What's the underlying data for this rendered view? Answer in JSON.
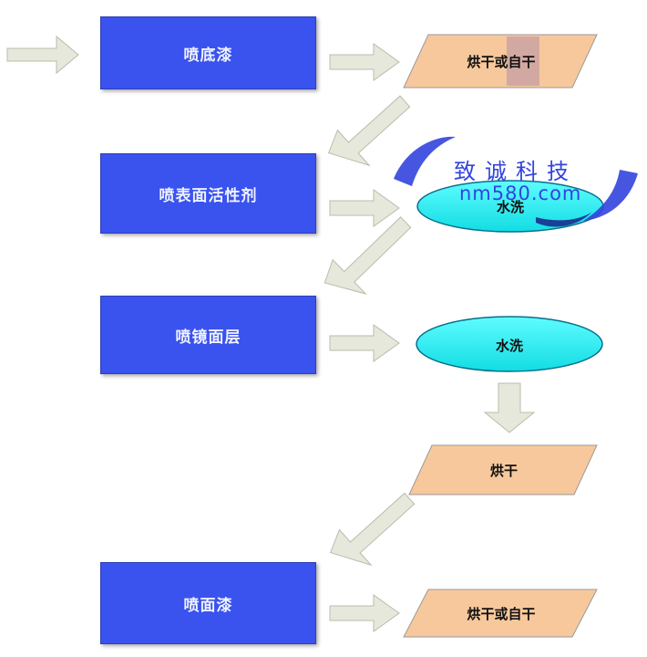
{
  "steps": {
    "spray_primer": "喷底漆",
    "spray_surfactant": "喷表面活性剂",
    "spray_mirror": "喷镜面层",
    "spray_topcoat": "喷面漆"
  },
  "side_steps": {
    "dry_1": "烘干或自干",
    "wash_1": "水洗",
    "wash_2": "水洗",
    "dry_2": "烘干",
    "dry_3": "烘干或自干"
  },
  "watermark": {
    "text": "致诚科技",
    "url": "nm580.com"
  },
  "colors": {
    "process_box": "#3a52ee",
    "parallelogram": "#f7c89c",
    "ellipse": "#17eef0",
    "arrow": "#e6e8dc",
    "watermark": "#3344dd"
  }
}
